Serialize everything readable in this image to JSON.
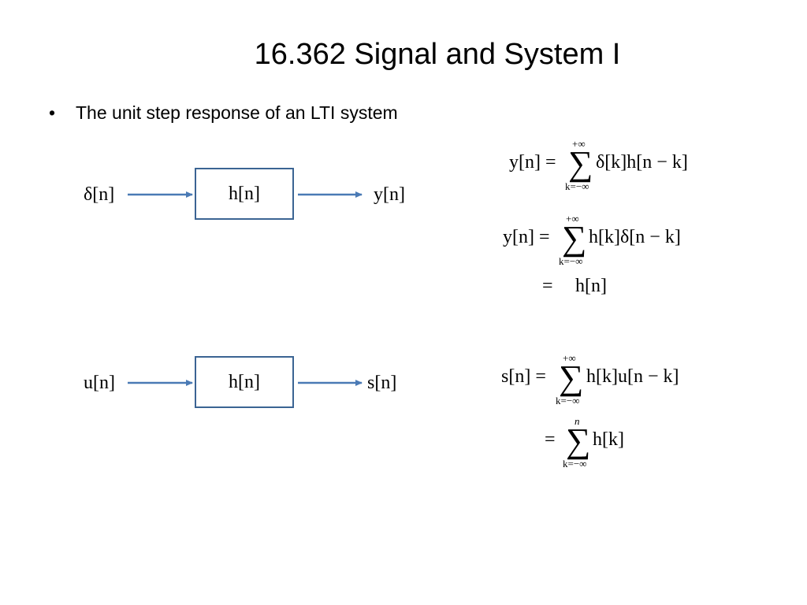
{
  "title": "16.362 Signal and System I",
  "bullet": {
    "symbol": "•",
    "text": "The unit step response of an LTI system"
  },
  "diagram1": {
    "input": "δ[n]",
    "system": "h[n]",
    "output": "y[n]"
  },
  "diagram2": {
    "input": "u[n]",
    "system": "h[n]",
    "output": "s[n]"
  },
  "equations": {
    "eq1": {
      "lhs": "y[n] =",
      "upper": "+∞",
      "lower": "k=−∞",
      "summand": "δ[k]h[n − k]"
    },
    "eq2": {
      "lhs": "y[n] =",
      "upper": "+∞",
      "lower": "k=−∞",
      "summand": "h[k]δ[n − k]"
    },
    "eq3": {
      "lhs": "=",
      "rhs": "h[n]"
    },
    "eq4": {
      "lhs": "s[n] =",
      "upper": "+∞",
      "lower": "k=−∞",
      "summand": "h[k]u[n − k]"
    },
    "eq5": {
      "lhs": "=",
      "upper": "n",
      "lower": "k=−∞",
      "summand": "h[k]"
    }
  },
  "colors": {
    "block_border": "#3b6493",
    "arrow": "#4a7ab5"
  }
}
